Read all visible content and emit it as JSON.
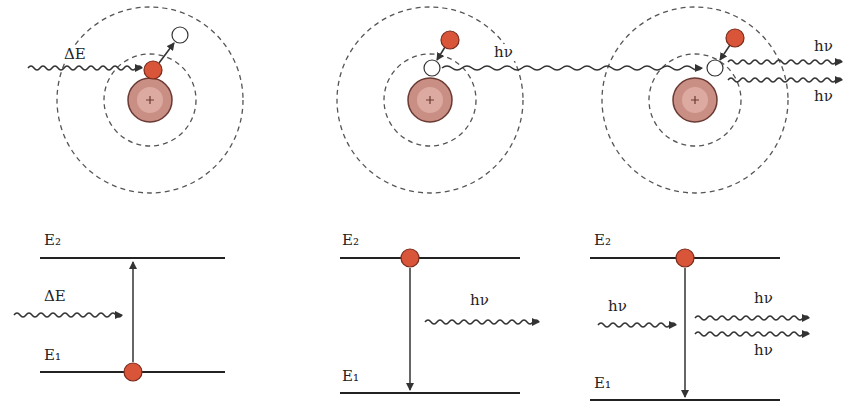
{
  "diagram": {
    "labels": [
      "ΔE",
      "hν",
      "hν",
      "hν",
      "E₂",
      "ΔE",
      "E₁",
      "E₂",
      "hν",
      "E₁",
      "E₂",
      "hν",
      "hν",
      "hν",
      "E₁"
    ]
  }
}
